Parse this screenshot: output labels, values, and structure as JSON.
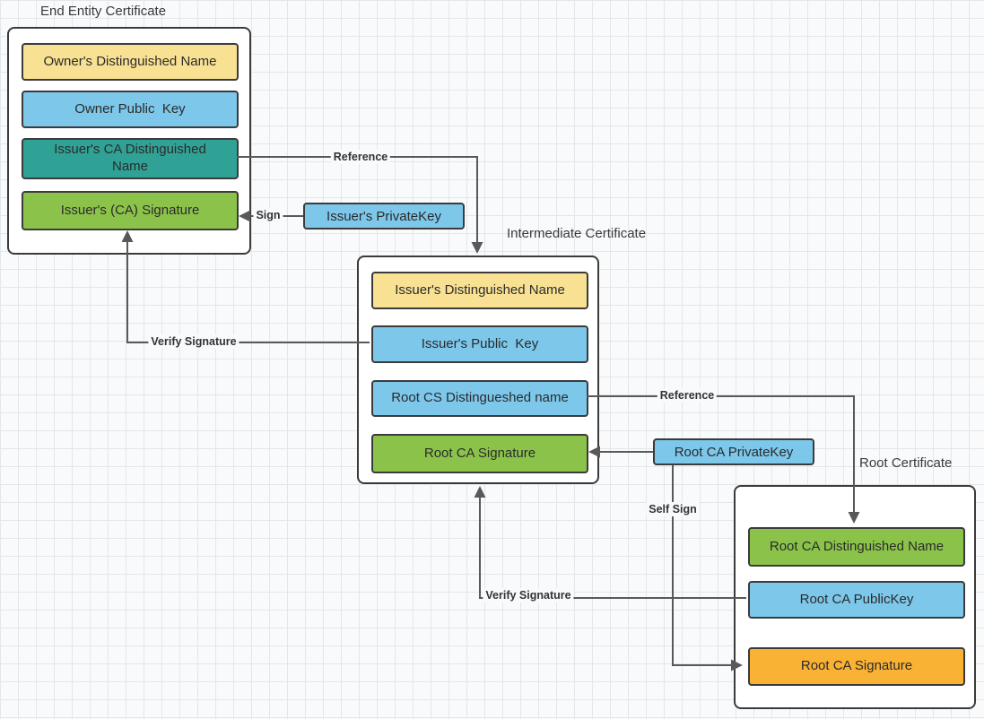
{
  "diagram": {
    "certificates": [
      {
        "title": "End Entity Certificate",
        "fields": [
          {
            "label": "Owner's Distinguished Name",
            "color": "#F8E193"
          },
          {
            "label": "Owner Public  Key",
            "color": "#7CC7EA"
          },
          {
            "label": "Issuer's CA Distinguished Name",
            "color": "#2FA295"
          },
          {
            "label": "Issuer's (CA) Signature",
            "color": "#8BC34A"
          }
        ]
      },
      {
        "title": "Intermediate Certificate",
        "fields": [
          {
            "label": "Issuer's Distinguished Name",
            "color": "#F8E193"
          },
          {
            "label": "Issuer's Public  Key",
            "color": "#7CC7EA"
          },
          {
            "label": "Root CS Distingueshed name",
            "color": "#7CC7EA"
          },
          {
            "label": "Root CA Signature",
            "color": "#8BC34A"
          }
        ]
      },
      {
        "title": "Root Certificate",
        "fields": [
          {
            "label": "Root CA Distinguished Name",
            "color": "#8BC34A"
          },
          {
            "label": "Root CA PublicKey",
            "color": "#7CC7EA"
          },
          {
            "label": "Root CA Signature",
            "color": "#F9B233"
          }
        ]
      }
    ],
    "keys": [
      {
        "label": "Issuer's PrivateKey",
        "color": "#7CC7EA"
      },
      {
        "label": "Root CA PrivateKey",
        "color": "#7CC7EA"
      }
    ],
    "connectors": [
      {
        "label": "Reference"
      },
      {
        "label": "Sign"
      },
      {
        "label": "Verify Signature"
      },
      {
        "label": "Reference"
      },
      {
        "label": "Self Sign"
      },
      {
        "label": "Verify Signature"
      }
    ],
    "colors": {
      "yellow": "#F8E193",
      "blue": "#7CC7EA",
      "teal": "#2FA295",
      "green": "#8BC34A",
      "orange": "#F9B233",
      "line": "#595959",
      "shape_border": "#3B3B3B",
      "background": "#F9FAFB",
      "grid": "#E3E7EA"
    }
  }
}
